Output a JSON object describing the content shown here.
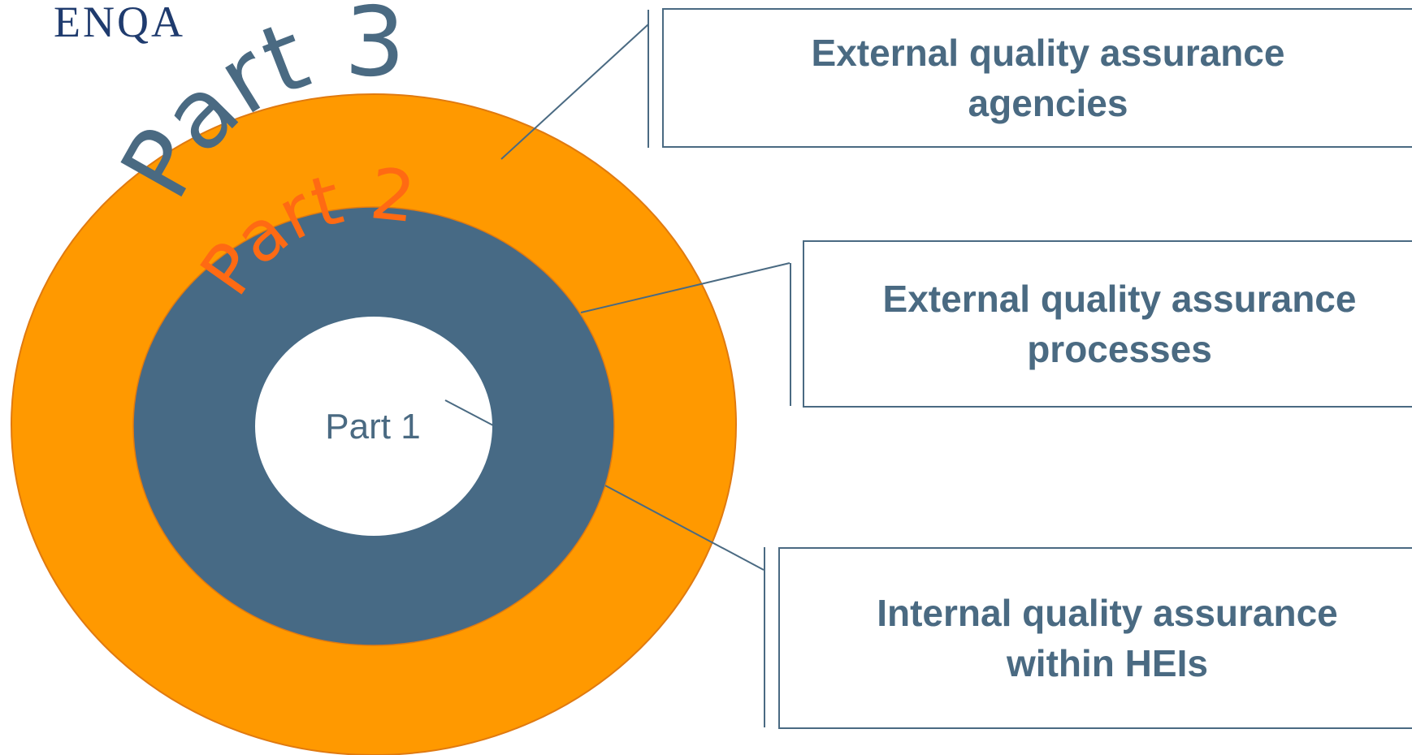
{
  "logo": {
    "text": "ENQA"
  },
  "rings": {
    "outer": {
      "label": "Part 3",
      "fill": "#FF9900",
      "label_color": "#4a6a82"
    },
    "middle": {
      "label": "Part 2",
      "fill": "#476A85",
      "label_color": "#FF6A13"
    },
    "inner": {
      "label": "Part 1",
      "fill": "#ffffff",
      "label_color": "#4a6a82"
    }
  },
  "boxes": {
    "agencies": {
      "line1": "External quality assurance",
      "line2": "agencies"
    },
    "processes": {
      "line1": "External quality assurance",
      "line2": "processes"
    },
    "internal": {
      "line1": "Internal quality assurance",
      "line2": "within HEIs"
    }
  },
  "colors": {
    "accent": "#4a6a82",
    "orange": "#FF9900",
    "slate": "#476A85"
  }
}
